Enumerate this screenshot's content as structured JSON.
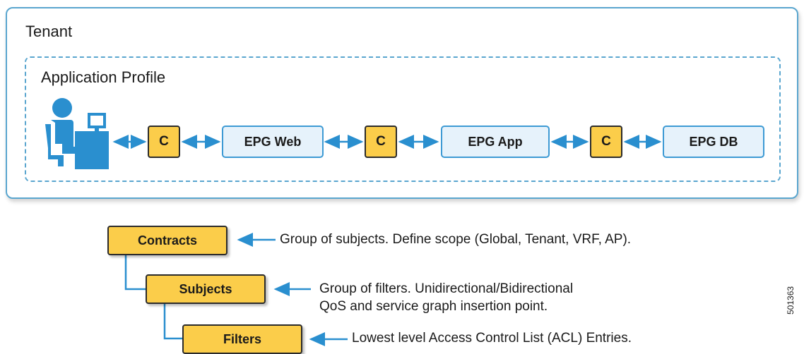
{
  "tenant": {
    "title": "Tenant"
  },
  "application_profile": {
    "title": "Application Profile"
  },
  "chain": {
    "contract_label": "C",
    "epgs": [
      "EPG Web",
      "EPG App",
      "EPG DB"
    ]
  },
  "hierarchy": [
    {
      "label": "Contracts",
      "description": "Group of subjects. Define scope (Global, Tenant, VRF, AP)."
    },
    {
      "label": "Subjects",
      "description": "Group of filters. Unidirectional/Bidirectional",
      "description2": "QoS and service graph insertion point."
    },
    {
      "label": "Filters",
      "description": "Lowest level Access Control List (ACL) Entries."
    }
  ],
  "figure_id": "501363",
  "colors": {
    "accent_blue": "#3d9ad4",
    "contract_yellow": "#fbcd4a",
    "epg_fill": "#e6f2fb"
  },
  "icons": {
    "user": "user-at-computer-icon"
  }
}
